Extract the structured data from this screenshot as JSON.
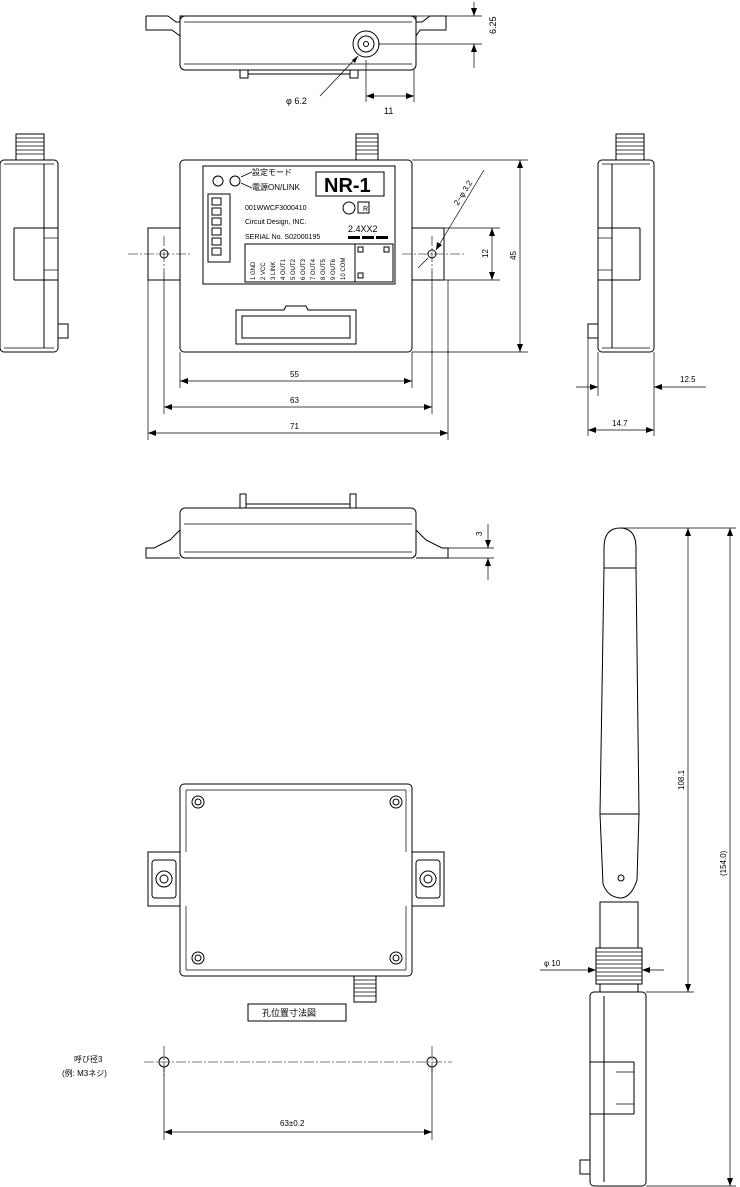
{
  "title": "NR-1",
  "label": {
    "setting_mode": "設定モード",
    "power_link": "電源ON/LINK",
    "part_no": "001WWCF3000410",
    "company": "Circuit Design, INC.",
    "serial": "SERIAL No. S02000195",
    "band": "2.4XX2",
    "r_mark": "R"
  },
  "pins": [
    "1 GND",
    "2 VCC",
    "3 LINK",
    "4 OUT1",
    "5 OUT2",
    "6 OUT3",
    "7 OUT4",
    "8 OUT5",
    "9 OUT6",
    "10 COM"
  ],
  "dims": {
    "d625": "6.25",
    "phi62": "φ 6.2",
    "d11": "11",
    "hole": "2−φ 3.2",
    "d12": "12",
    "d45": "45",
    "d55": "55",
    "d63": "63",
    "d71": "71",
    "d125": "12.5",
    "d147": "14.7",
    "d3": "3",
    "d1081": "108.1",
    "d154": "(154.0)",
    "phi10": "φ 10",
    "d63tol": "63±0.2"
  },
  "hole_caption": "孔位置寸法図",
  "screw_note_1": "呼び径3",
  "screw_note_2": "(例: M3ネジ)"
}
